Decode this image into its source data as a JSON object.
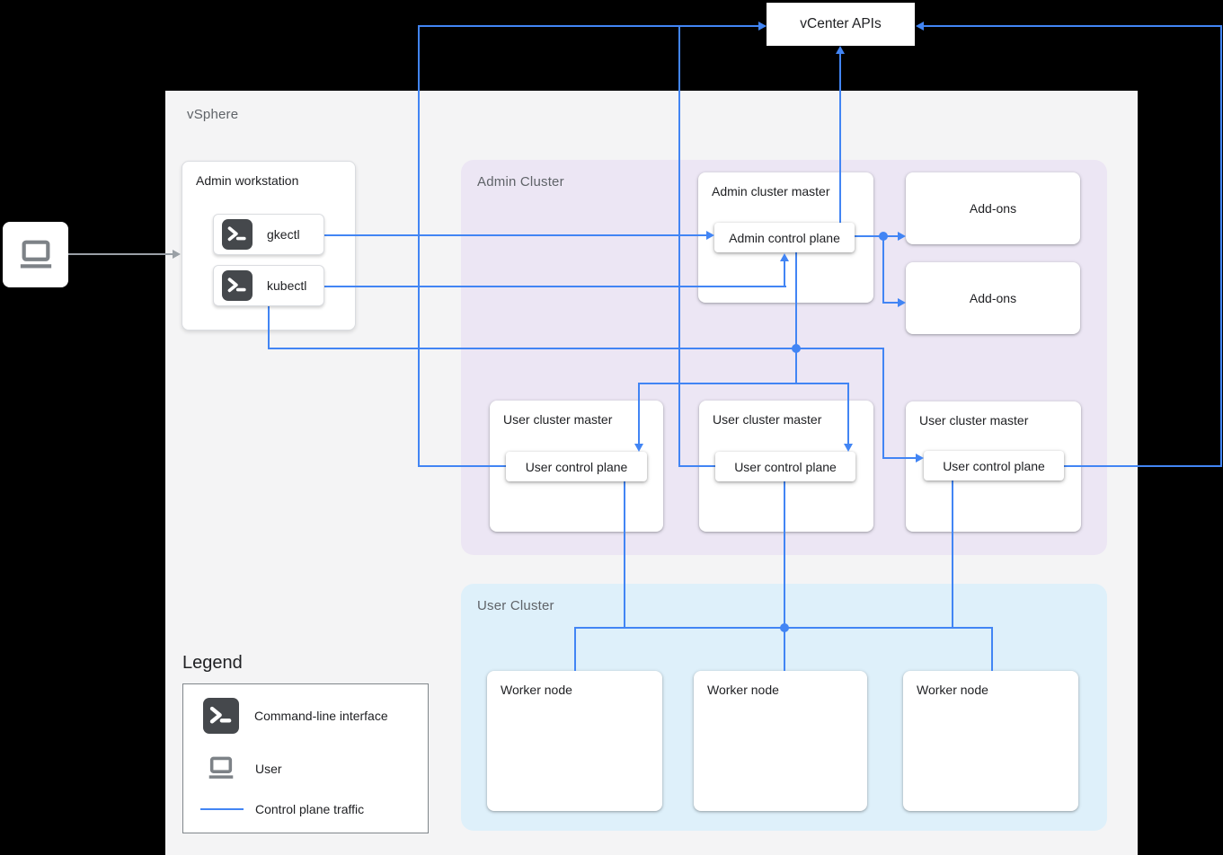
{
  "vcenter": {
    "label": "vCenter APIs"
  },
  "vsphere": {
    "label": "vSphere",
    "admin_workstation": {
      "title": "Admin workstation",
      "tools": [
        {
          "label": "gkectl"
        },
        {
          "label": "kubectl"
        }
      ]
    },
    "admin_cluster": {
      "label": "Admin Cluster",
      "master": {
        "title": "Admin cluster master",
        "control_plane": "Admin control plane"
      },
      "addons": [
        {
          "label": "Add-ons"
        },
        {
          "label": "Add-ons"
        }
      ],
      "user_masters": [
        {
          "title": "User cluster master",
          "control_plane": "User control plane"
        },
        {
          "title": "User cluster master",
          "control_plane": "User control plane"
        },
        {
          "title": "User cluster master",
          "control_plane": "User control plane"
        }
      ]
    },
    "user_cluster": {
      "label": "User Cluster",
      "workers": [
        {
          "title": "Worker node"
        },
        {
          "title": "Worker node"
        },
        {
          "title": "Worker node"
        }
      ]
    }
  },
  "legend": {
    "title": "Legend",
    "items": [
      {
        "icon": "terminal-icon",
        "label": "Command-line interface"
      },
      {
        "icon": "laptop-icon",
        "label": "User"
      },
      {
        "icon": "control-plane-line",
        "label": "Control plane traffic"
      }
    ]
  },
  "colors": {
    "control_plane_line": "#4285f4",
    "user_flow_line": "#9aa0a6",
    "vsphere_bg": "#f4f4f5",
    "admin_cluster_bg": "#ece6f4",
    "user_cluster_bg": "#def0fa",
    "terminal_icon_bg": "#45484c"
  }
}
